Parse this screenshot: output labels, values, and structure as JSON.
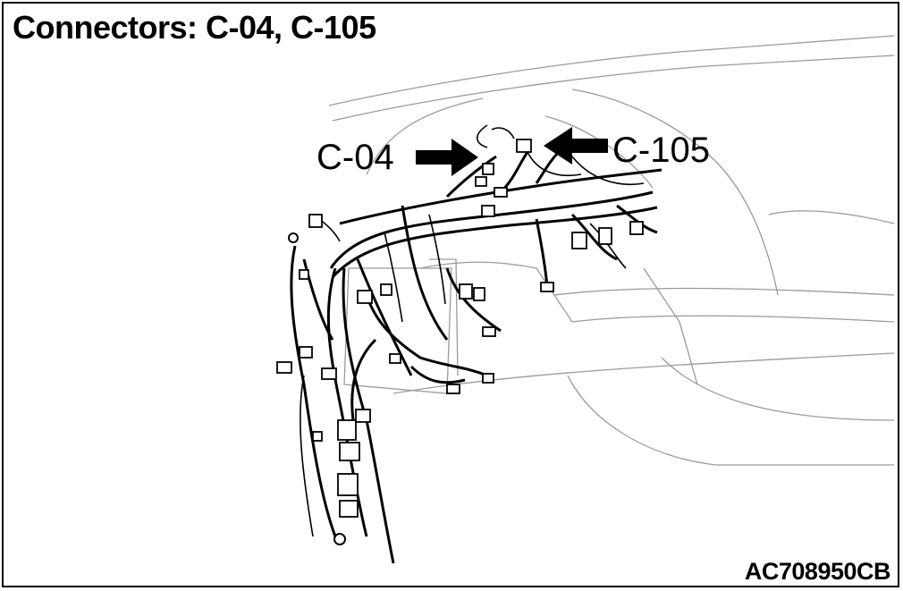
{
  "title": "Connectors: C-04, C-105",
  "callouts": {
    "c04_label": "C-04",
    "c105_label": "C-105"
  },
  "figure_code": "AC708950CB",
  "icons": {
    "left_arrow": "arrow-right-icon",
    "right_arrow": "arrow-left-icon"
  },
  "colors": {
    "line": "#000000",
    "outline": "#9a9a9a",
    "background": "#ffffff"
  }
}
